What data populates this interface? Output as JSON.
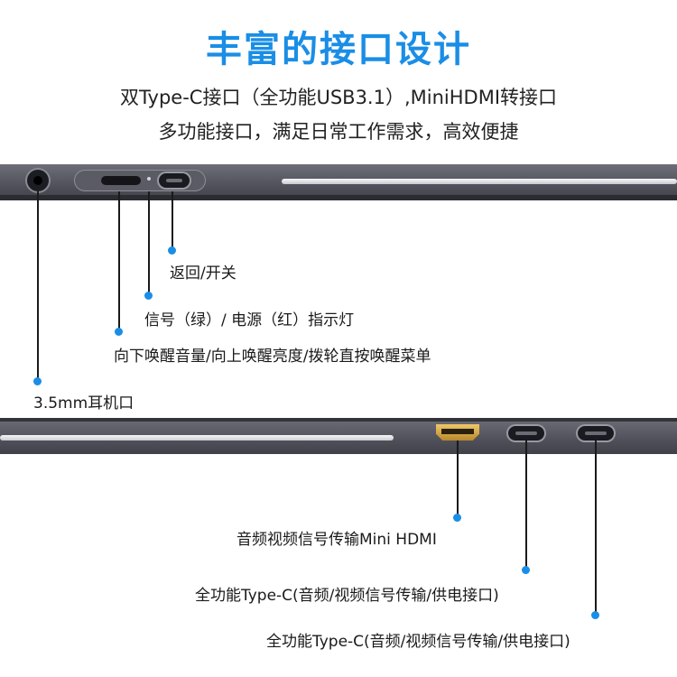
{
  "header": {
    "title": "丰富的接口设计",
    "subtitle_line1": "双Type-C接口（全功能USB3.1）,MiniHDMI转接口",
    "subtitle_line2": "多功能接口，满足日常工作需求，高效便捷"
  },
  "top_edge": {
    "callouts": {
      "back_power": "返回/开关",
      "indicator": "信号（绿）/ 电源（红）指示灯",
      "scroll_wheel": "向下唤醒音量/向上唤醒亮度/拨轮直按唤醒菜单",
      "headphone": "3.5mm耳机口"
    }
  },
  "bottom_edge": {
    "callouts": {
      "hdmi": "音频视频信号传输Mini HDMI",
      "typec_1": "全功能Type-C(音频/视频信号传输/供电接口)",
      "typec_2": "全功能Type-C(音频/视频信号传输/供电接口)"
    }
  },
  "colors": {
    "title": "#1a8ee6",
    "dot": "#1a8ee6",
    "device": "#50515a",
    "hdmi_port": "#d9a84a"
  }
}
